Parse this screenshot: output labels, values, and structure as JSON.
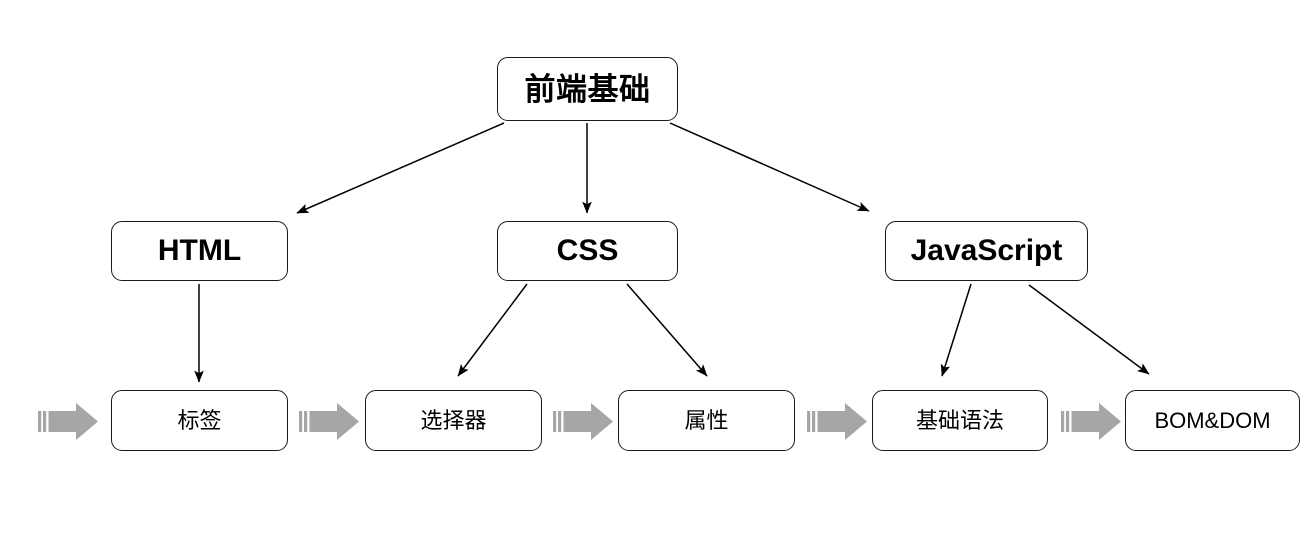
{
  "diagram": {
    "title": "前端基础",
    "background_color": "#ffffff",
    "node_border_color": "#1a1a1a",
    "node_fill_color": "#ffffff",
    "connector_color": "#000000",
    "flow_arrow_color": "#a6a6a6",
    "root": {
      "label": "前端基础"
    },
    "tier2": [
      {
        "label": "HTML"
      },
      {
        "label": "CSS"
      },
      {
        "label": "JavaScript"
      }
    ],
    "tier3": [
      {
        "label": "标签"
      },
      {
        "label": "选择器"
      },
      {
        "label": "属性"
      },
      {
        "label": "基础语法"
      },
      {
        "label": "BOM&DOM"
      }
    ],
    "flow_arrows": [
      {
        "name": "flow-arrow-1"
      },
      {
        "name": "flow-arrow-2"
      },
      {
        "name": "flow-arrow-3"
      },
      {
        "name": "flow-arrow-4"
      },
      {
        "name": "flow-arrow-5"
      }
    ],
    "connectors": [
      {
        "from": "前端基础",
        "to": "HTML"
      },
      {
        "from": "前端基础",
        "to": "CSS"
      },
      {
        "from": "前端基础",
        "to": "JavaScript"
      },
      {
        "from": "HTML",
        "to": "标签"
      },
      {
        "from": "CSS",
        "to": "选择器"
      },
      {
        "from": "CSS",
        "to": "属性"
      },
      {
        "from": "JavaScript",
        "to": "基础语法"
      },
      {
        "from": "JavaScript",
        "to": "BOM&DOM"
      }
    ]
  }
}
